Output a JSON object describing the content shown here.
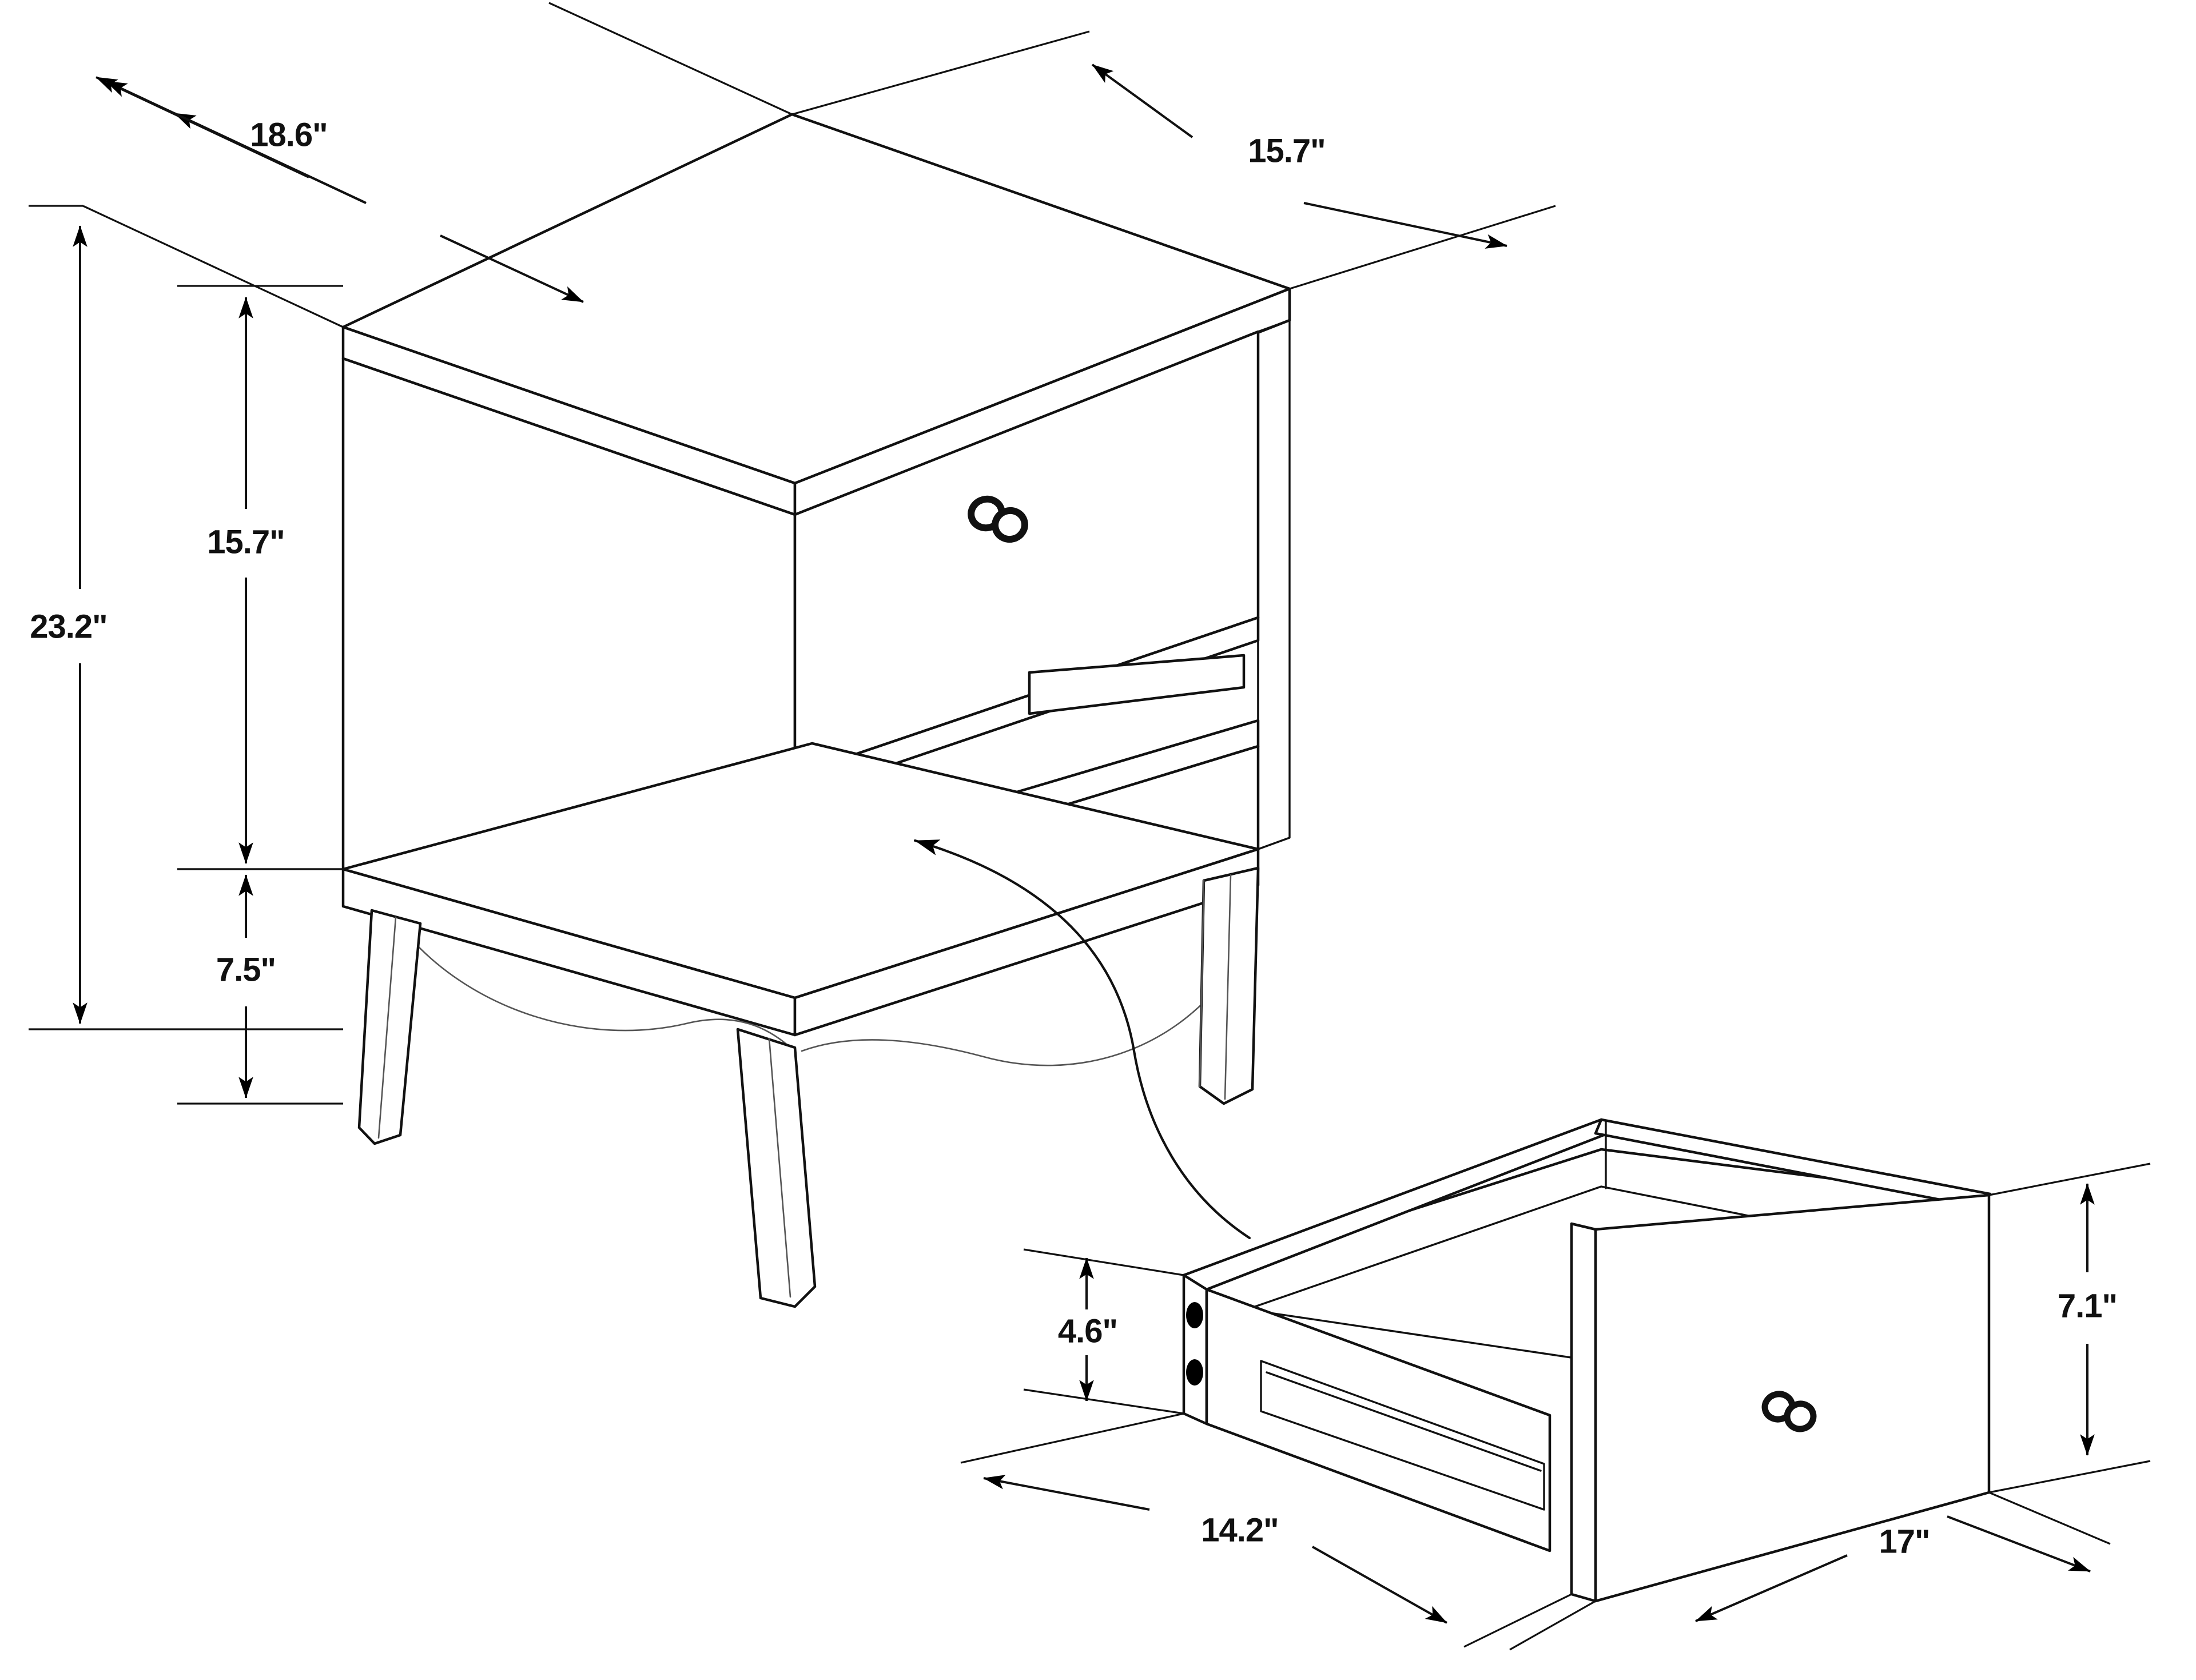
{
  "drawing": {
    "title": "Nightstand assembly dimension drawing",
    "type": "isometric-dimension-drawing",
    "background_color": "#ffffff",
    "line_color": "#111111",
    "unit_symbol": "\""
  },
  "parts": [
    {
      "id": "cabinet",
      "name": "nightstand-body",
      "description": "One-drawer nightstand with open shelf and tapered legs"
    },
    {
      "id": "drawer",
      "name": "drawer-box",
      "description": "Removable drawer box shown detached below right"
    }
  ],
  "dimensions": {
    "cabinet_depth": {
      "label": "18.6\"",
      "value": 18.6,
      "unit": "in",
      "axis": "depth",
      "part": "cabinet"
    },
    "cabinet_width": {
      "label": "15.7\"",
      "value": 15.7,
      "unit": "in",
      "axis": "width",
      "part": "cabinet"
    },
    "cabinet_height": {
      "label": "23.2\"",
      "value": 23.2,
      "unit": "in",
      "axis": "height",
      "part": "cabinet"
    },
    "cabinet_case_height": {
      "label": "15.7\"",
      "value": 15.7,
      "unit": "in",
      "axis": "height",
      "part": "cabinet"
    },
    "cabinet_leg_height": {
      "label": "7.5\"",
      "value": 7.5,
      "unit": "in",
      "axis": "height",
      "part": "cabinet"
    },
    "drawer_inner_height": {
      "label": "4.6\"",
      "value": 4.6,
      "unit": "in",
      "axis": "height",
      "part": "drawer"
    },
    "drawer_front_height": {
      "label": "7.1\"",
      "value": 7.1,
      "unit": "in",
      "axis": "height",
      "part": "drawer"
    },
    "drawer_box_width": {
      "label": "14.2\"",
      "value": 14.2,
      "unit": "in",
      "axis": "width",
      "part": "drawer"
    },
    "drawer_front_width": {
      "label": "17\"",
      "value": 17,
      "unit": "in",
      "axis": "width",
      "part": "drawer"
    }
  },
  "labels": {
    "depth_186": "18.6\"",
    "width_157_top": "15.7\"",
    "height_232": "23.2\"",
    "height_157": "15.7\"",
    "height_75": "7.5\"",
    "drawer_46": "4.6\"",
    "drawer_71": "7.1\"",
    "drawer_142": "14.2\"",
    "drawer_17": "17\""
  },
  "annotations": {
    "assembly_arrow": "curved-arrow-drawer-into-cabinet",
    "knob_cabinet": "drawer-knob",
    "knob_drawer": "drawer-knob",
    "dowel_holes": "drawer-side-dowel-holes"
  }
}
